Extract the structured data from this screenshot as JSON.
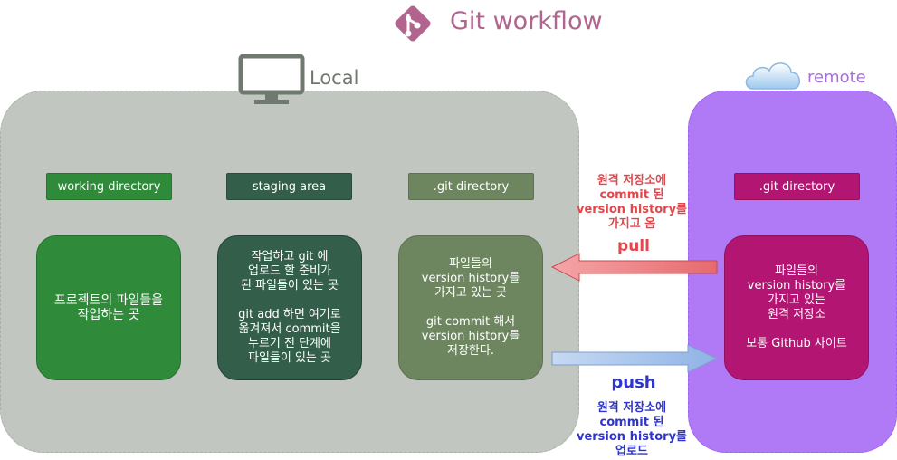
{
  "title": "Git workflow",
  "local": {
    "label": "Local"
  },
  "remote": {
    "label": "remote"
  },
  "local_tags": {
    "working_directory": "working directory",
    "staging_area": "staging area",
    "git_directory": ".git directory"
  },
  "remote_tags": {
    "git_directory": ".git directory"
  },
  "boxes": {
    "working_directory": "프로젝트의 파일들을\n작업하는 곳",
    "staging_area": "작업하고 git 에\n업로드 할 준비가\n된 파일들이 있는 곳\n\ngit add 하면 여기로\n옮겨져서 commit을\n누르기 전 단계에\n파일들이 있는 곳",
    "git_directory": "파일들의\nversion history를\n가지고 있는 곳\n\ngit commit 해서\nversion history를\n저장한다.",
    "remote_git_directory": "파일들의\nversion history를\n가지고 있는\n원격 저장소\n\n보통 Github 사이트"
  },
  "pull": {
    "label": "pull",
    "note": "원격 저장소에\ncommit 된\nversion history를\n가지고 옴"
  },
  "push": {
    "label": "push",
    "note": "원격 저장소에\ncommit 된\nversion history를\n업로드"
  },
  "colors": {
    "local_panel": "#c2c6c1",
    "remote_panel": "#b07af7",
    "working_directory": "#2f8a3a",
    "staging_area": "#335e49",
    "git_directory": "#6d8660",
    "remote_git_directory": "#b31573",
    "pull": "#e0484d",
    "push": "#2e35cc",
    "title": "#b0648e"
  },
  "icons": {
    "title_logo": "git-logo-icon",
    "local": "monitor-icon",
    "remote": "cloud-icon"
  }
}
